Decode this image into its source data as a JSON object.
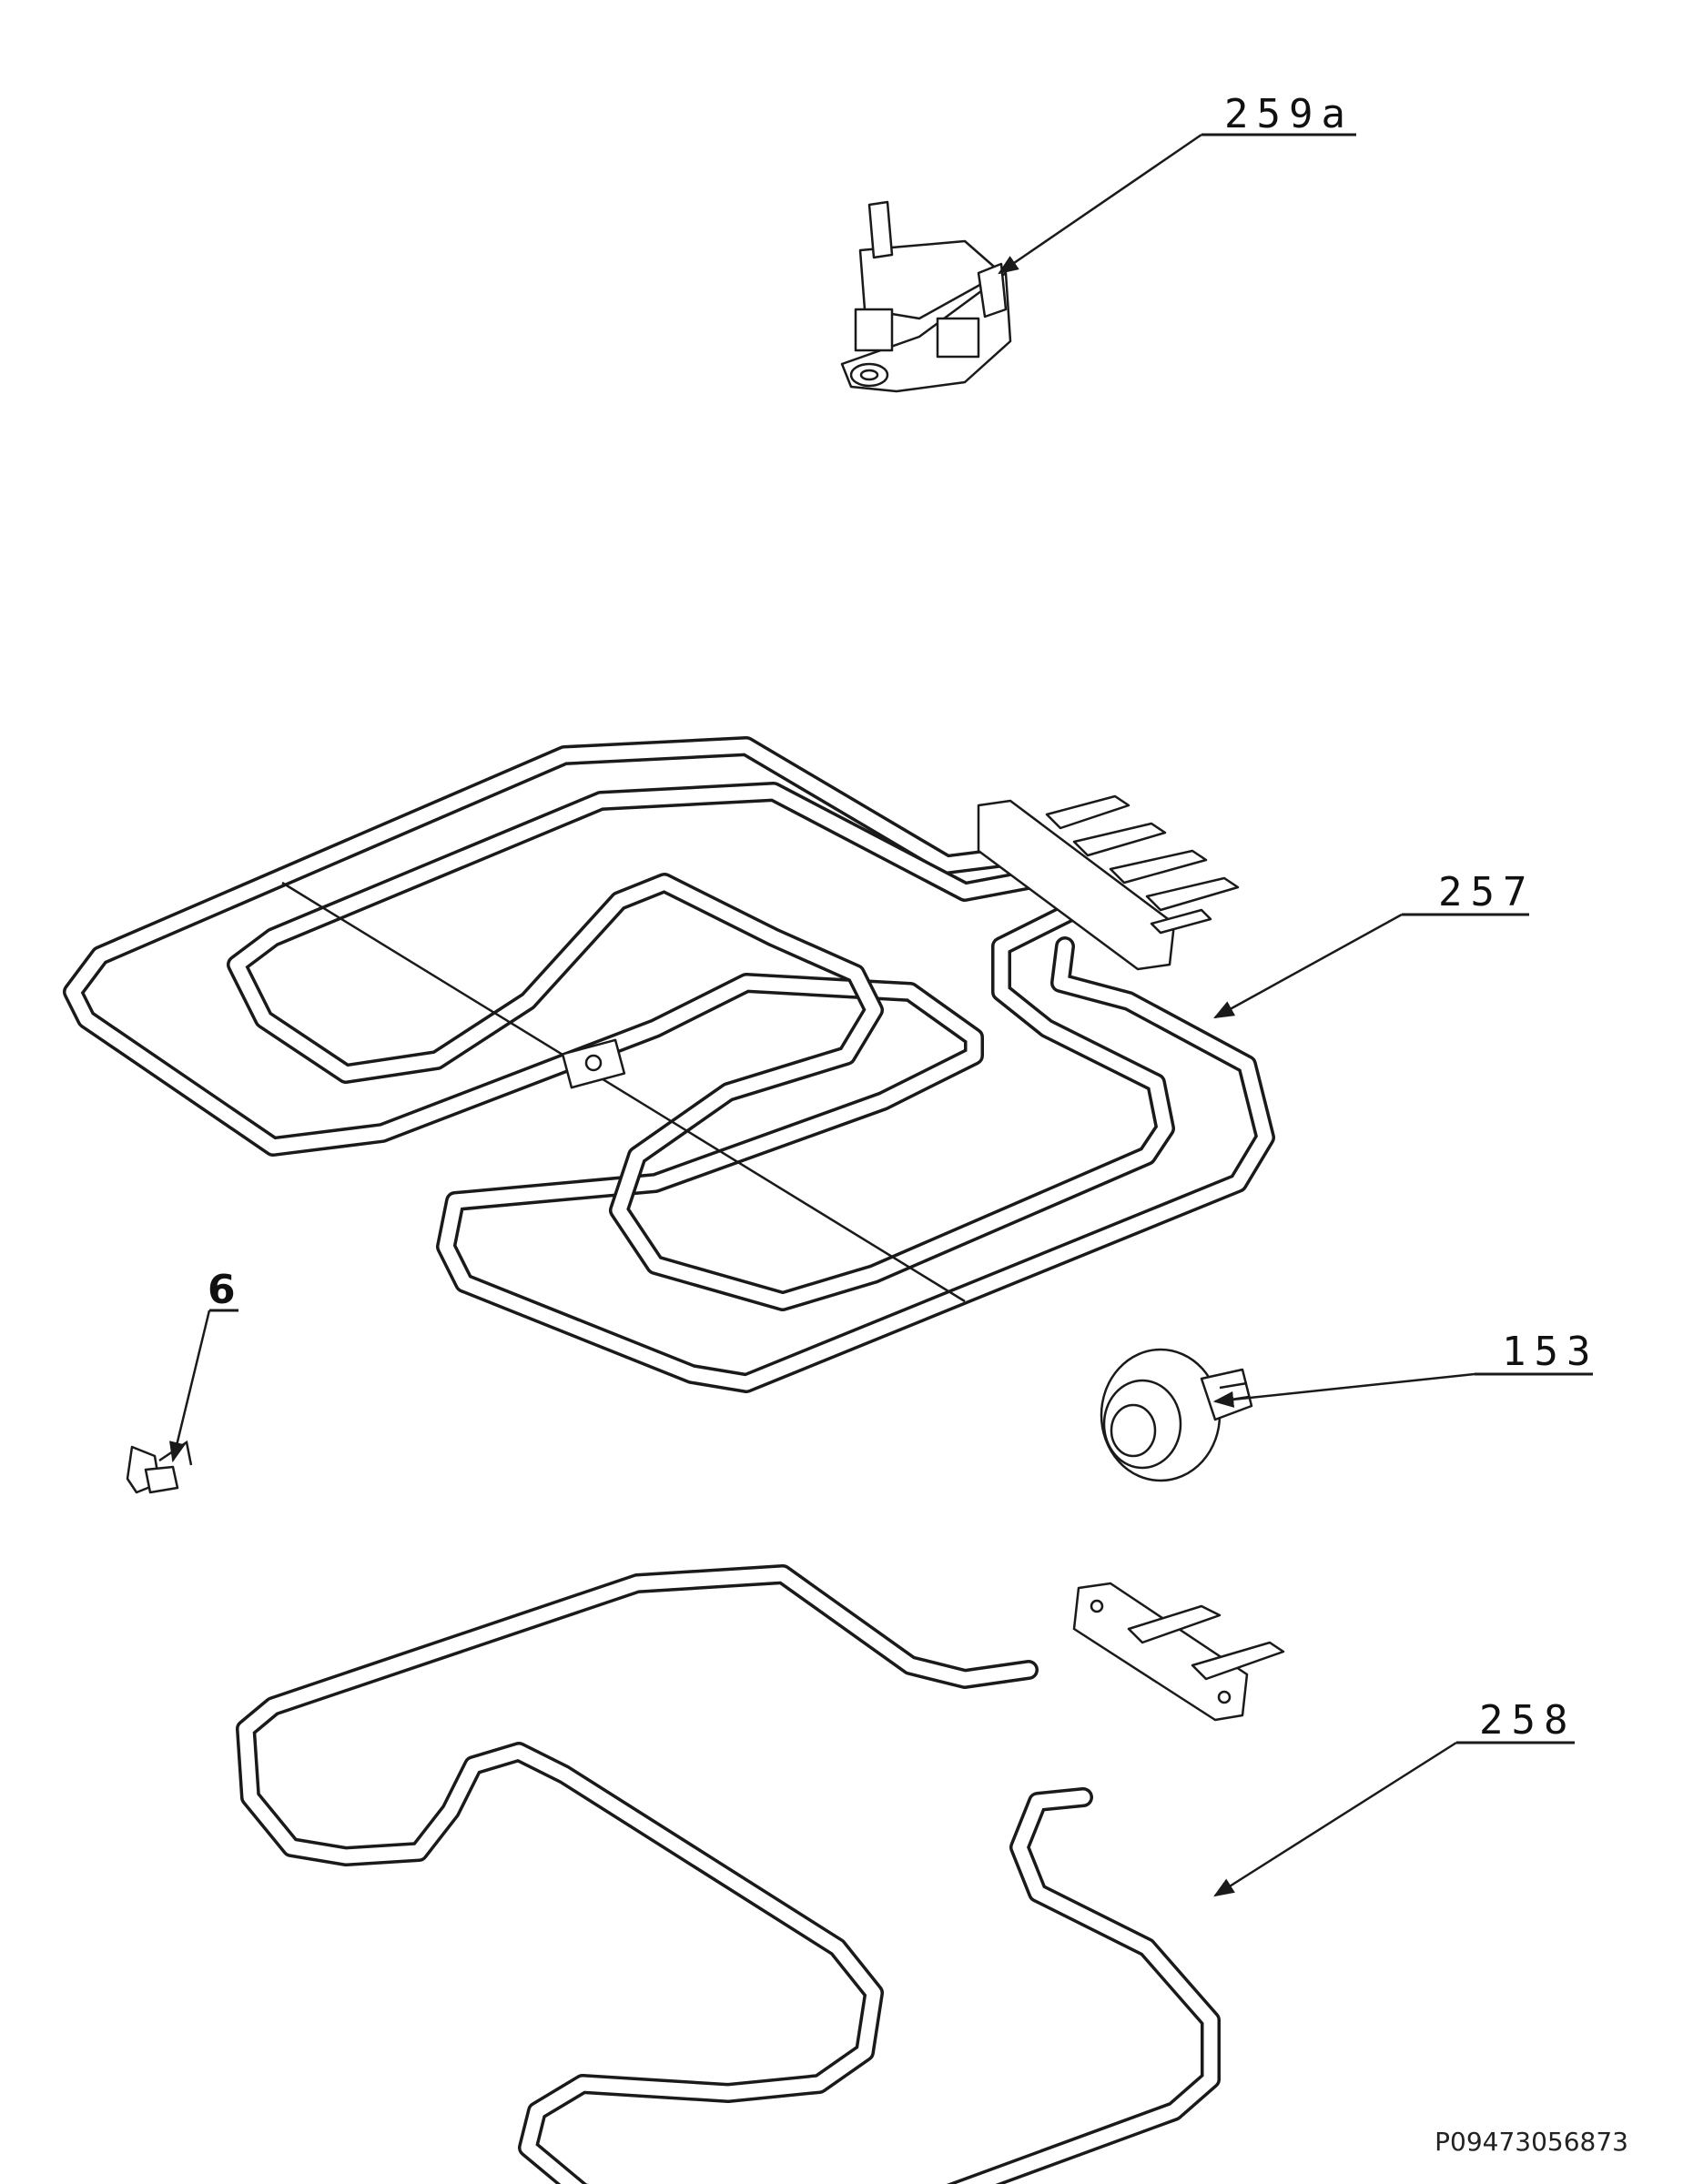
{
  "callouts": {
    "part_259a": "259a",
    "part_257": "257",
    "part_6": "6",
    "part_153": "153",
    "part_258": "258"
  },
  "document_code": "P09473056873",
  "colors": {
    "line": "#1a1a1a",
    "background": "#ffffff"
  }
}
